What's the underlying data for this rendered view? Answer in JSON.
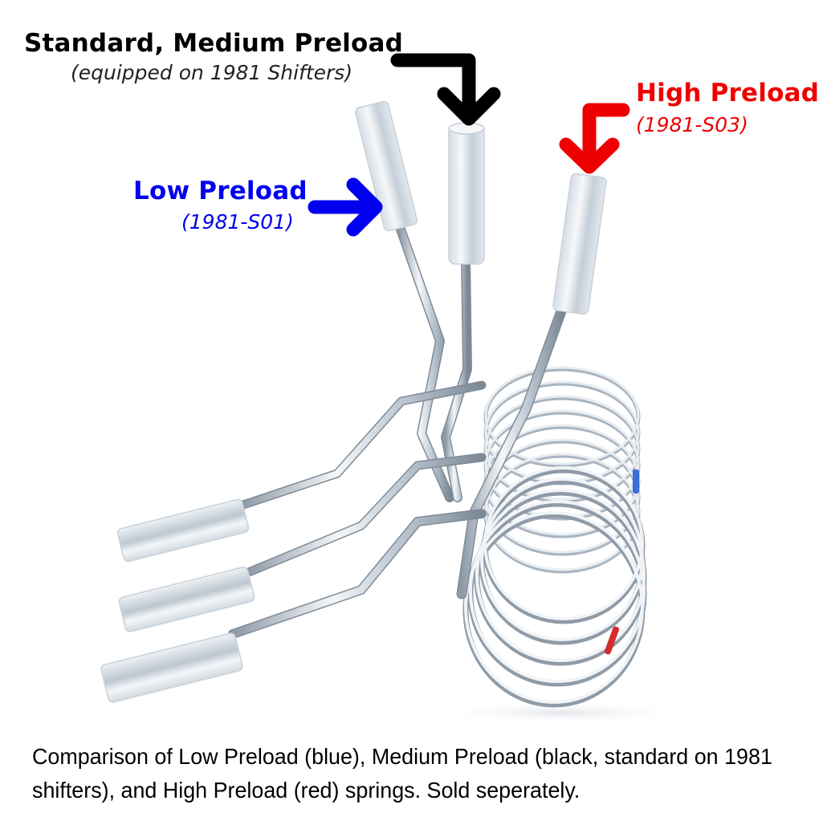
{
  "labels": {
    "medium": {
      "title": "Standard, Medium Preload",
      "subtitle": "(equipped on 1981 Shifters)",
      "color": "#000000"
    },
    "high": {
      "title": "High Preload",
      "subtitle": "(1981-S03)",
      "color": "#ee0000"
    },
    "low": {
      "title": "Low Preload",
      "subtitle": "(1981-S01)",
      "color": "#0000ee"
    }
  },
  "caption": {
    "text": "Comparison of Low Preload (blue), Medium Preload (black, standard on 1981 shifters), and High Preload (red) springs. Sold seperately."
  },
  "colors": {
    "background": "#ffffff",
    "metal_light": "#eef2f6",
    "metal_mid": "#b9c4cf",
    "metal_dark": "#7d8a97",
    "sleeve": "#e9edf1"
  }
}
